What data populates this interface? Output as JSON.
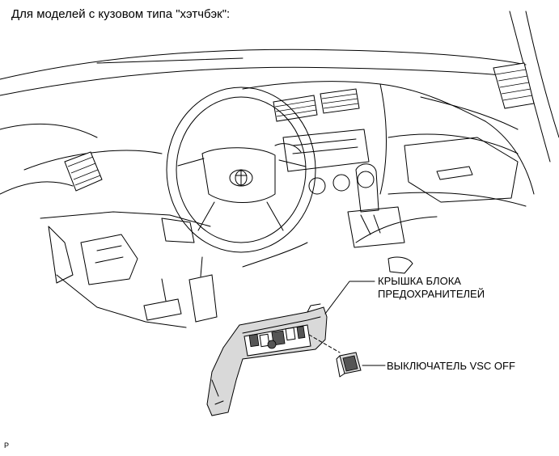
{
  "heading": "Для моделей с кузовом типа \"хэтчбэк\":",
  "labels": {
    "fuse_cover_line1": "КРЫШКА БЛОКА",
    "fuse_cover_line2": "ПРЕДОХРАНИТЕЛЕЙ",
    "vsc_switch": "ВЫКЛЮЧАТЕЛЬ VSC OFF"
  },
  "corner_code": "P"
}
